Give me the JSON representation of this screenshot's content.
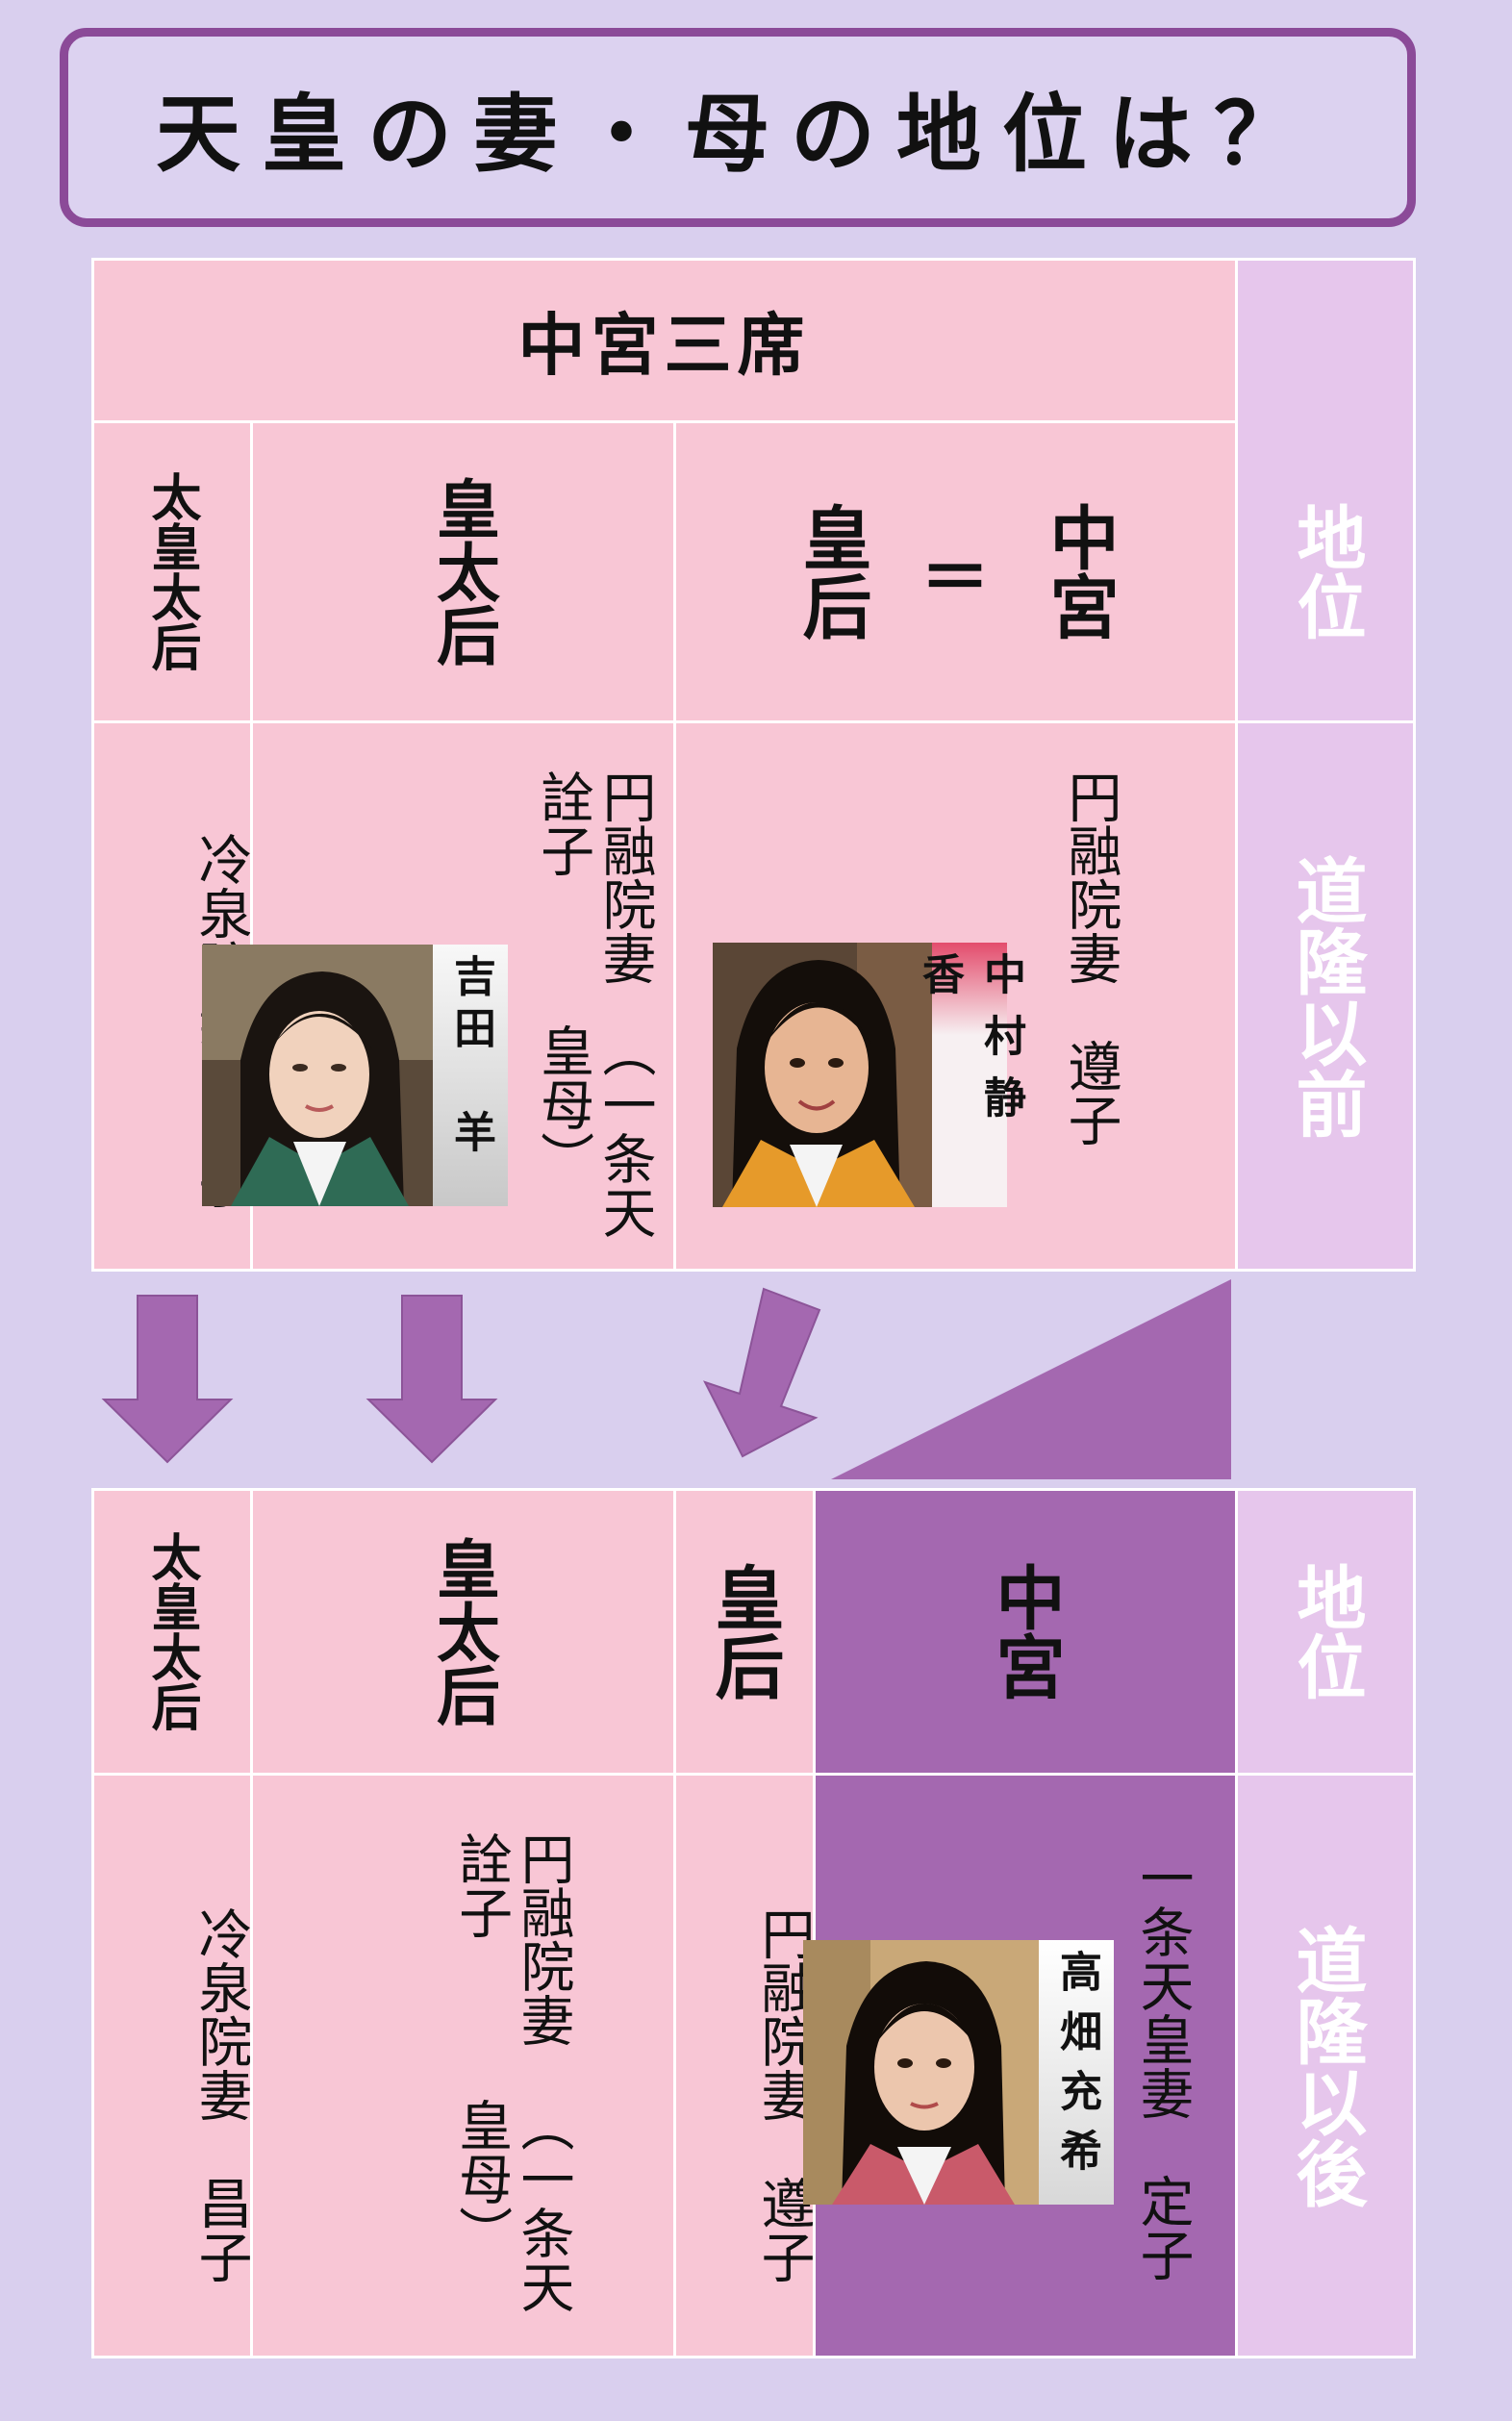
{
  "title": "天皇の妻・母の地位は？",
  "top_table": {
    "header": "中宮三席",
    "ranks": {
      "grand_empress_dowager": "太皇太后",
      "empress_dowager": "皇太后",
      "kogo": "皇后",
      "equals": "＝",
      "chugu": "中宮"
    },
    "side": {
      "status": "地位",
      "period": "道隆以前"
    },
    "people": {
      "reizei": "冷泉院妻　昌子",
      "enyu_senshi_line1": "円融院妻　詮子",
      "enyu_senshi_line2": "（一条天皇母）",
      "enyu_junshi": "円融院妻　遵子"
    },
    "actors": {
      "yoshida": "吉田　羊",
      "nakamura": "中村静香"
    }
  },
  "bottom_table": {
    "ranks": {
      "grand_empress_dowager": "太皇太后",
      "empress_dowager": "皇太后",
      "kogo": "皇后",
      "chugu": "中宮"
    },
    "side": {
      "status": "地位",
      "period": "道隆以後"
    },
    "people": {
      "reizei": "冷泉院妻　昌子",
      "enyu_senshi_line1": "円融院妻　詮子",
      "enyu_senshi_line2": "（一条天皇母）",
      "enyu_junshi": "円融院妻　遵子",
      "ichijo_teishi": "一条天皇妻　定子"
    },
    "actors": {
      "takahata": "高畑充希"
    }
  },
  "colors": {
    "pink": "#f8c6d5",
    "lavender": "#e6c6ec",
    "purple": "#a468b0",
    "arrow": "#a468b0",
    "title_border": "#8b4a98"
  },
  "icons": [
    "down-arrow-icon",
    "down-left-arrow-icon",
    "portrait-yoshida",
    "portrait-nakamura",
    "portrait-takahata"
  ]
}
